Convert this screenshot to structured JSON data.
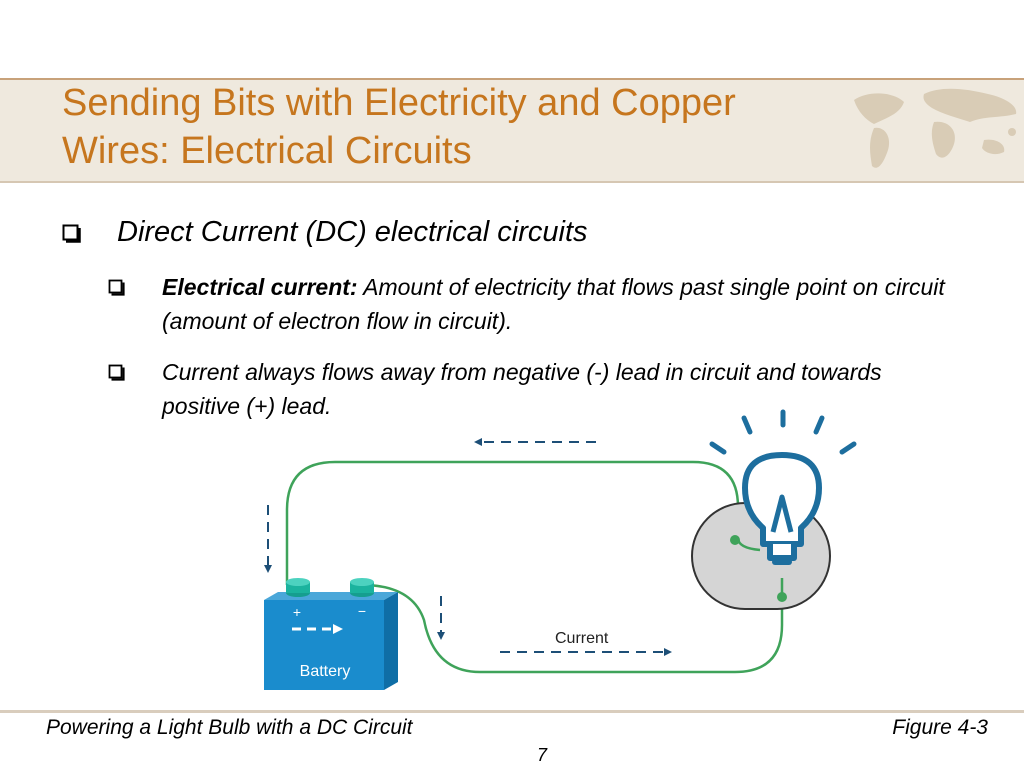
{
  "title": {
    "line1": "Sending Bits with Electricity and Copper",
    "line2": "Wires: Electrical Circuits"
  },
  "bullets": {
    "level1": "Direct Current (DC) electrical circuits",
    "item1": {
      "term": "Electrical current:",
      "text": " Amount of electricity that flows past single point on circuit (amount of electron flow in circuit)."
    },
    "item2": {
      "text": "Current always flows away from negative (-) lead in circuit and towards positive (+) lead."
    }
  },
  "diagram": {
    "battery_label": "Battery",
    "plus_label": "+",
    "minus_label": "−",
    "current_label": "Current"
  },
  "footer": {
    "caption": "Powering a Light Bulb with a DC Circuit",
    "figure": "Figure 4-3",
    "page": "7"
  },
  "colors": {
    "title": "#c6761e",
    "band": "#efe9de",
    "wire": "#3fa35a",
    "battery": "#1a8ccd",
    "bulb_stroke": "#1d6e9e",
    "arrow": "#1d4f77"
  }
}
